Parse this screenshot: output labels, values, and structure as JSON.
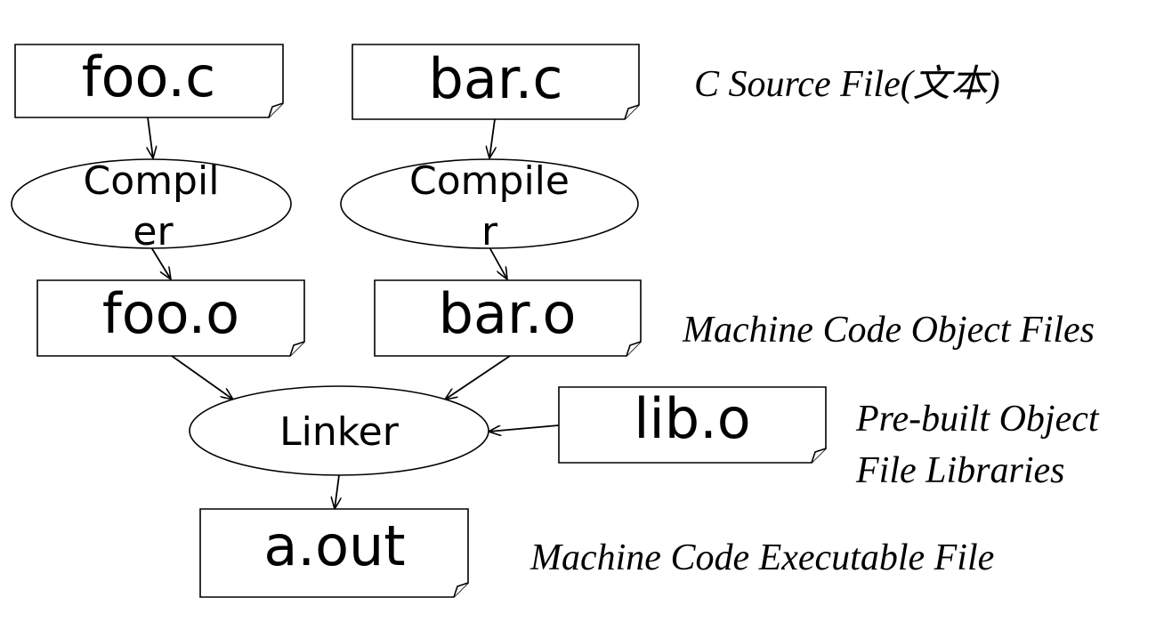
{
  "diagram": {
    "files": {
      "foo_c": "foo.c",
      "bar_c": "bar.c",
      "foo_o": "foo.o",
      "bar_o": "bar.o",
      "lib_o": "lib.o",
      "a_out": "a.out"
    },
    "processes": {
      "compiler_1_line1": "Compil",
      "compiler_1_line2": "er",
      "compiler_2_line1": "Compile",
      "compiler_2_line2": "r",
      "linker": "Linker"
    },
    "labels": {
      "source": "C Source File(文本)",
      "object": "Machine Code Object Files",
      "libraries_line1": "Pre-built Object",
      "libraries_line2": "File Libraries",
      "executable": "Machine Code Executable File"
    }
  }
}
